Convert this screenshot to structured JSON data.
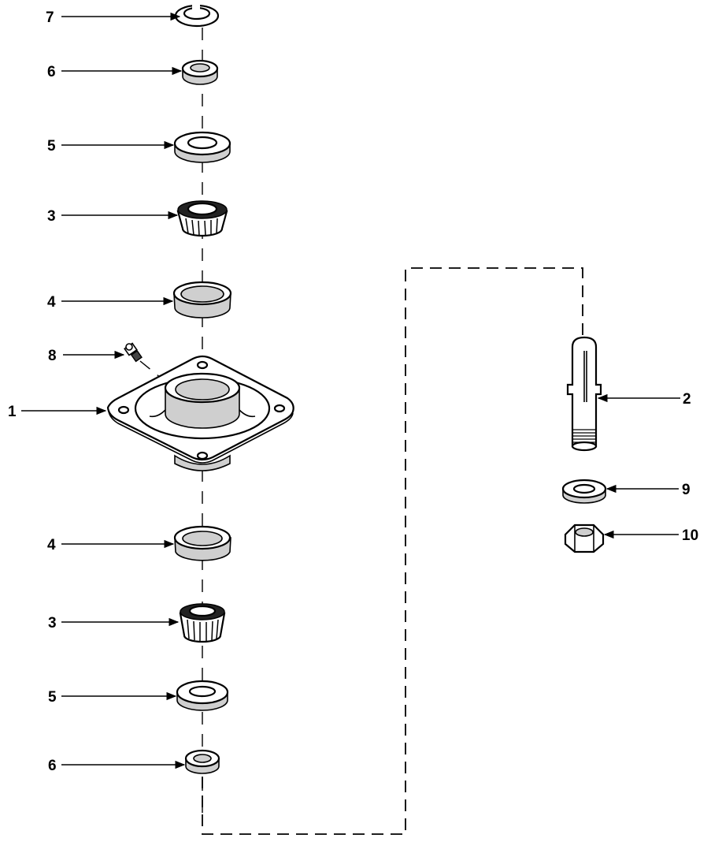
{
  "callouts": {
    "snap_ring": "7",
    "seal_top": "6",
    "washer_top": "5",
    "bearing_cone_top": "3",
    "bearing_cup_top": "4",
    "grease_fitting": "8",
    "housing": "1",
    "spindle": "2",
    "bearing_cup_bottom": "4",
    "bearing_cone_bottom": "3",
    "washer_bottom": "5",
    "seal_bottom": "6",
    "spindle_washer": "9",
    "spindle_nut": "10"
  }
}
